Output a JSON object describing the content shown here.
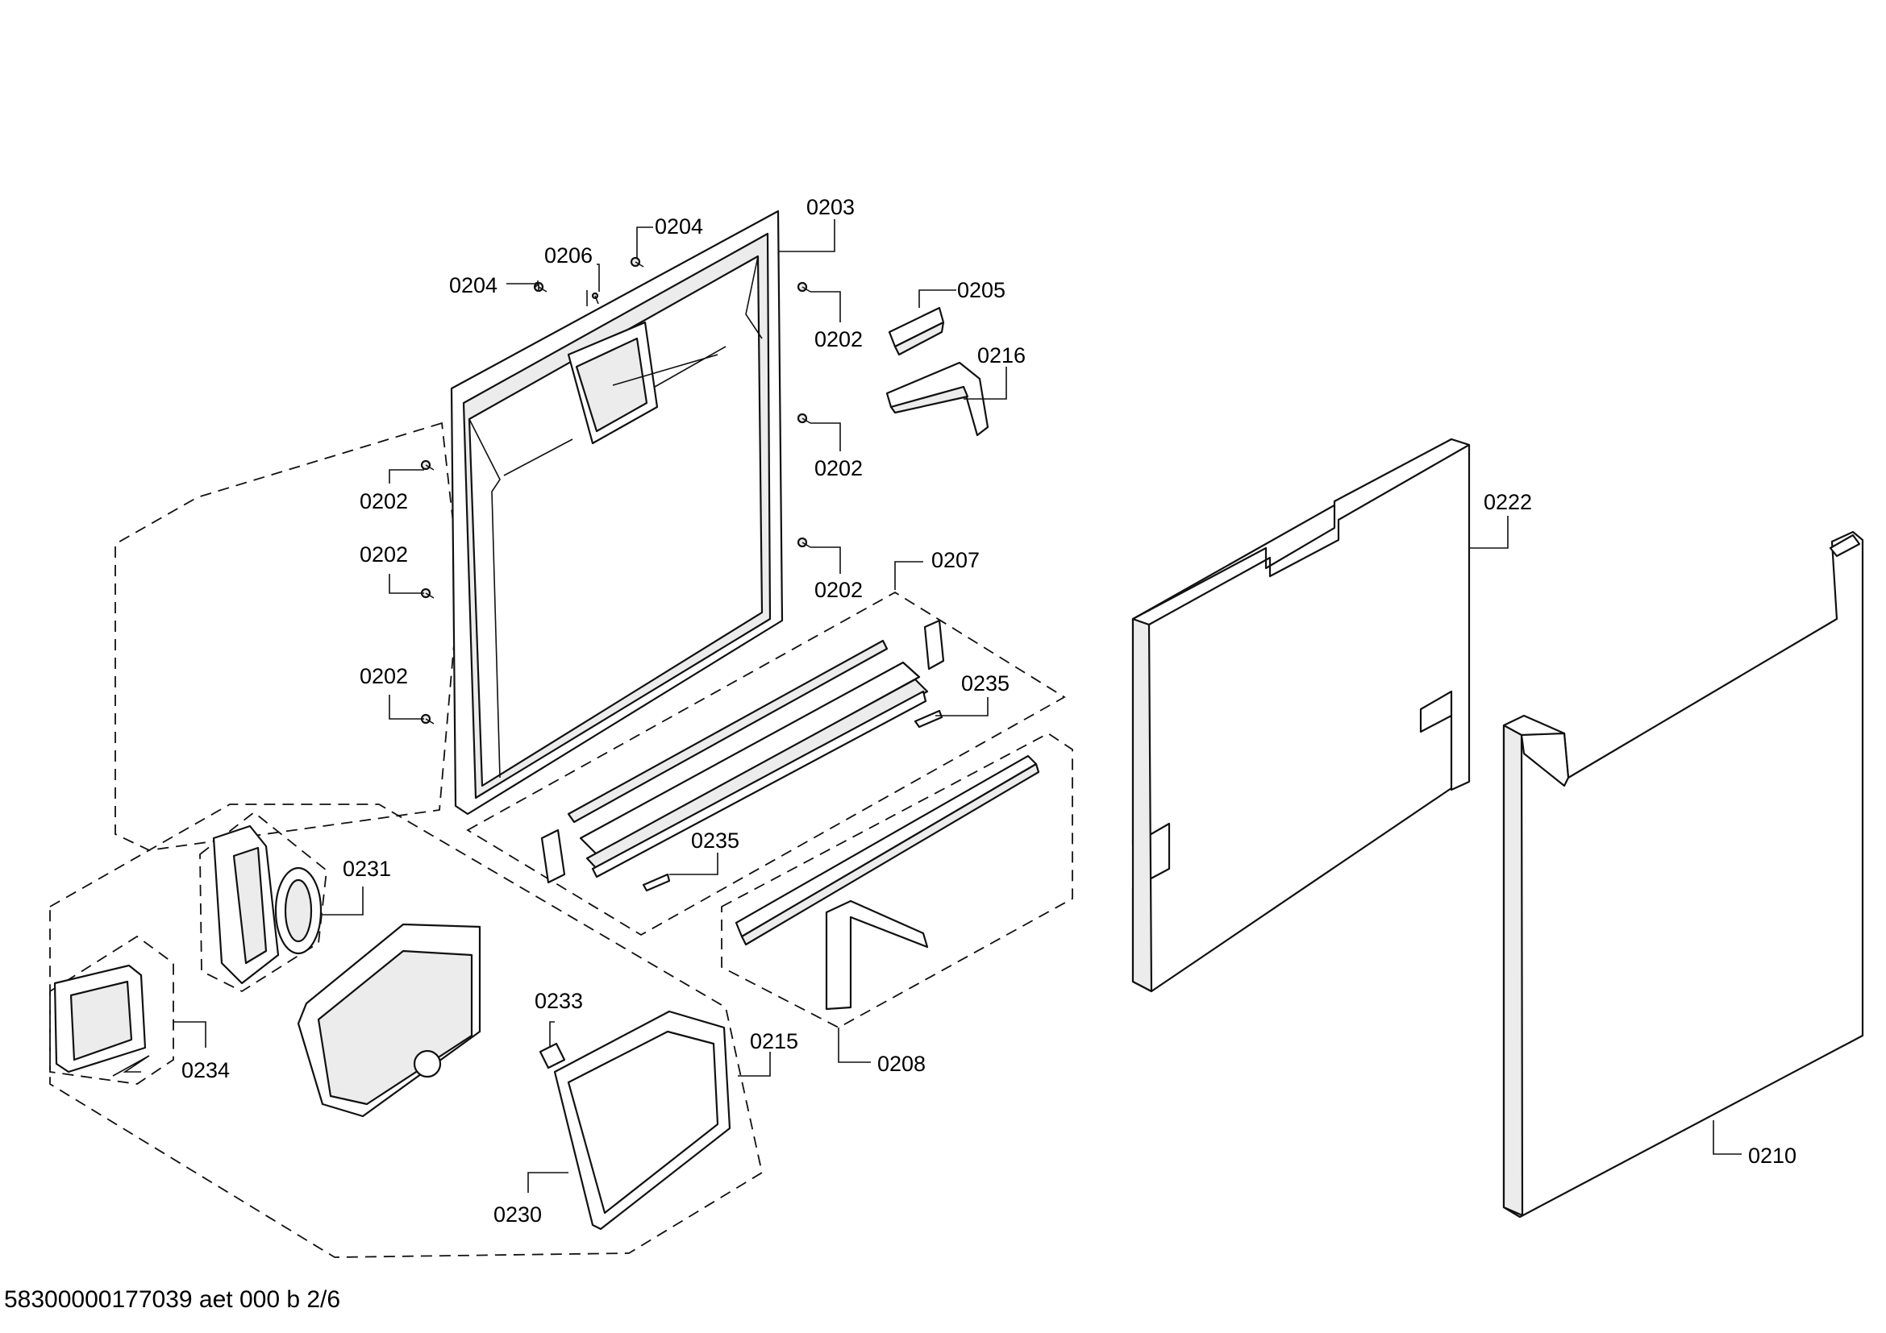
{
  "drawing_code": "58300000177039 aet 000 b 2/6",
  "labels": {
    "l0203": "0203",
    "l0204a": "0204",
    "l0204b": "0204",
    "l0206": "0206",
    "l0205": "0205",
    "l0216": "0216",
    "l0202a": "0202",
    "l0202b": "0202",
    "l0202c": "0202",
    "l0202d": "0202",
    "l0202e": "0202",
    "l0202f": "0202",
    "l0207": "0207",
    "l0235a": "0235",
    "l0235b": "0235",
    "l0222": "0222",
    "l0231": "0231",
    "l0233": "0233",
    "l0215": "0215",
    "l0208": "0208",
    "l0234": "0234",
    "l0230": "0230",
    "l0210": "0210"
  }
}
